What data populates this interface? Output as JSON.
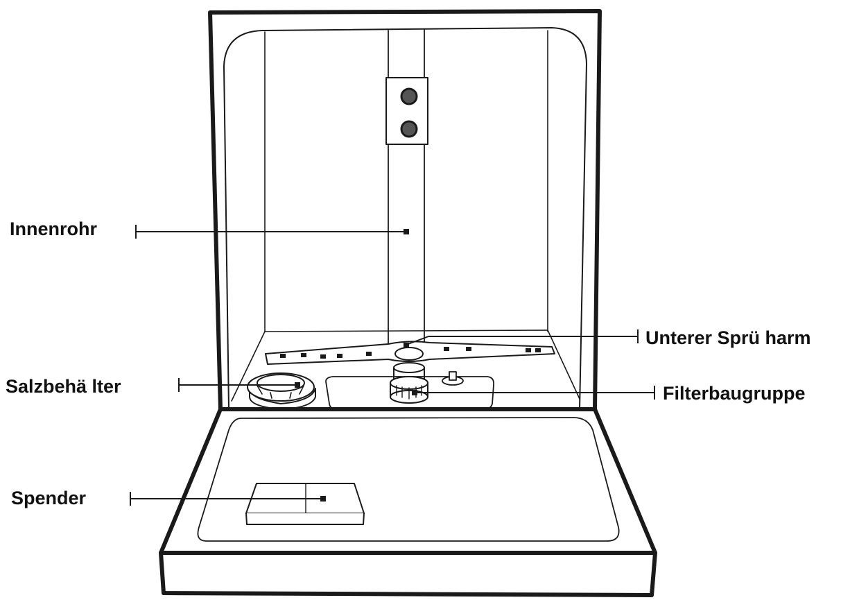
{
  "labels": {
    "innenrohr": "Innenrohr",
    "spruharm": "Unterer Sprü harm",
    "salzbehalter": "Salzbehä lter",
    "filter": "Filterbaugruppe",
    "spender": "Spender"
  },
  "colors": {
    "stroke": "#1a1a1a",
    "text": "#111111",
    "background": "#ffffff"
  }
}
